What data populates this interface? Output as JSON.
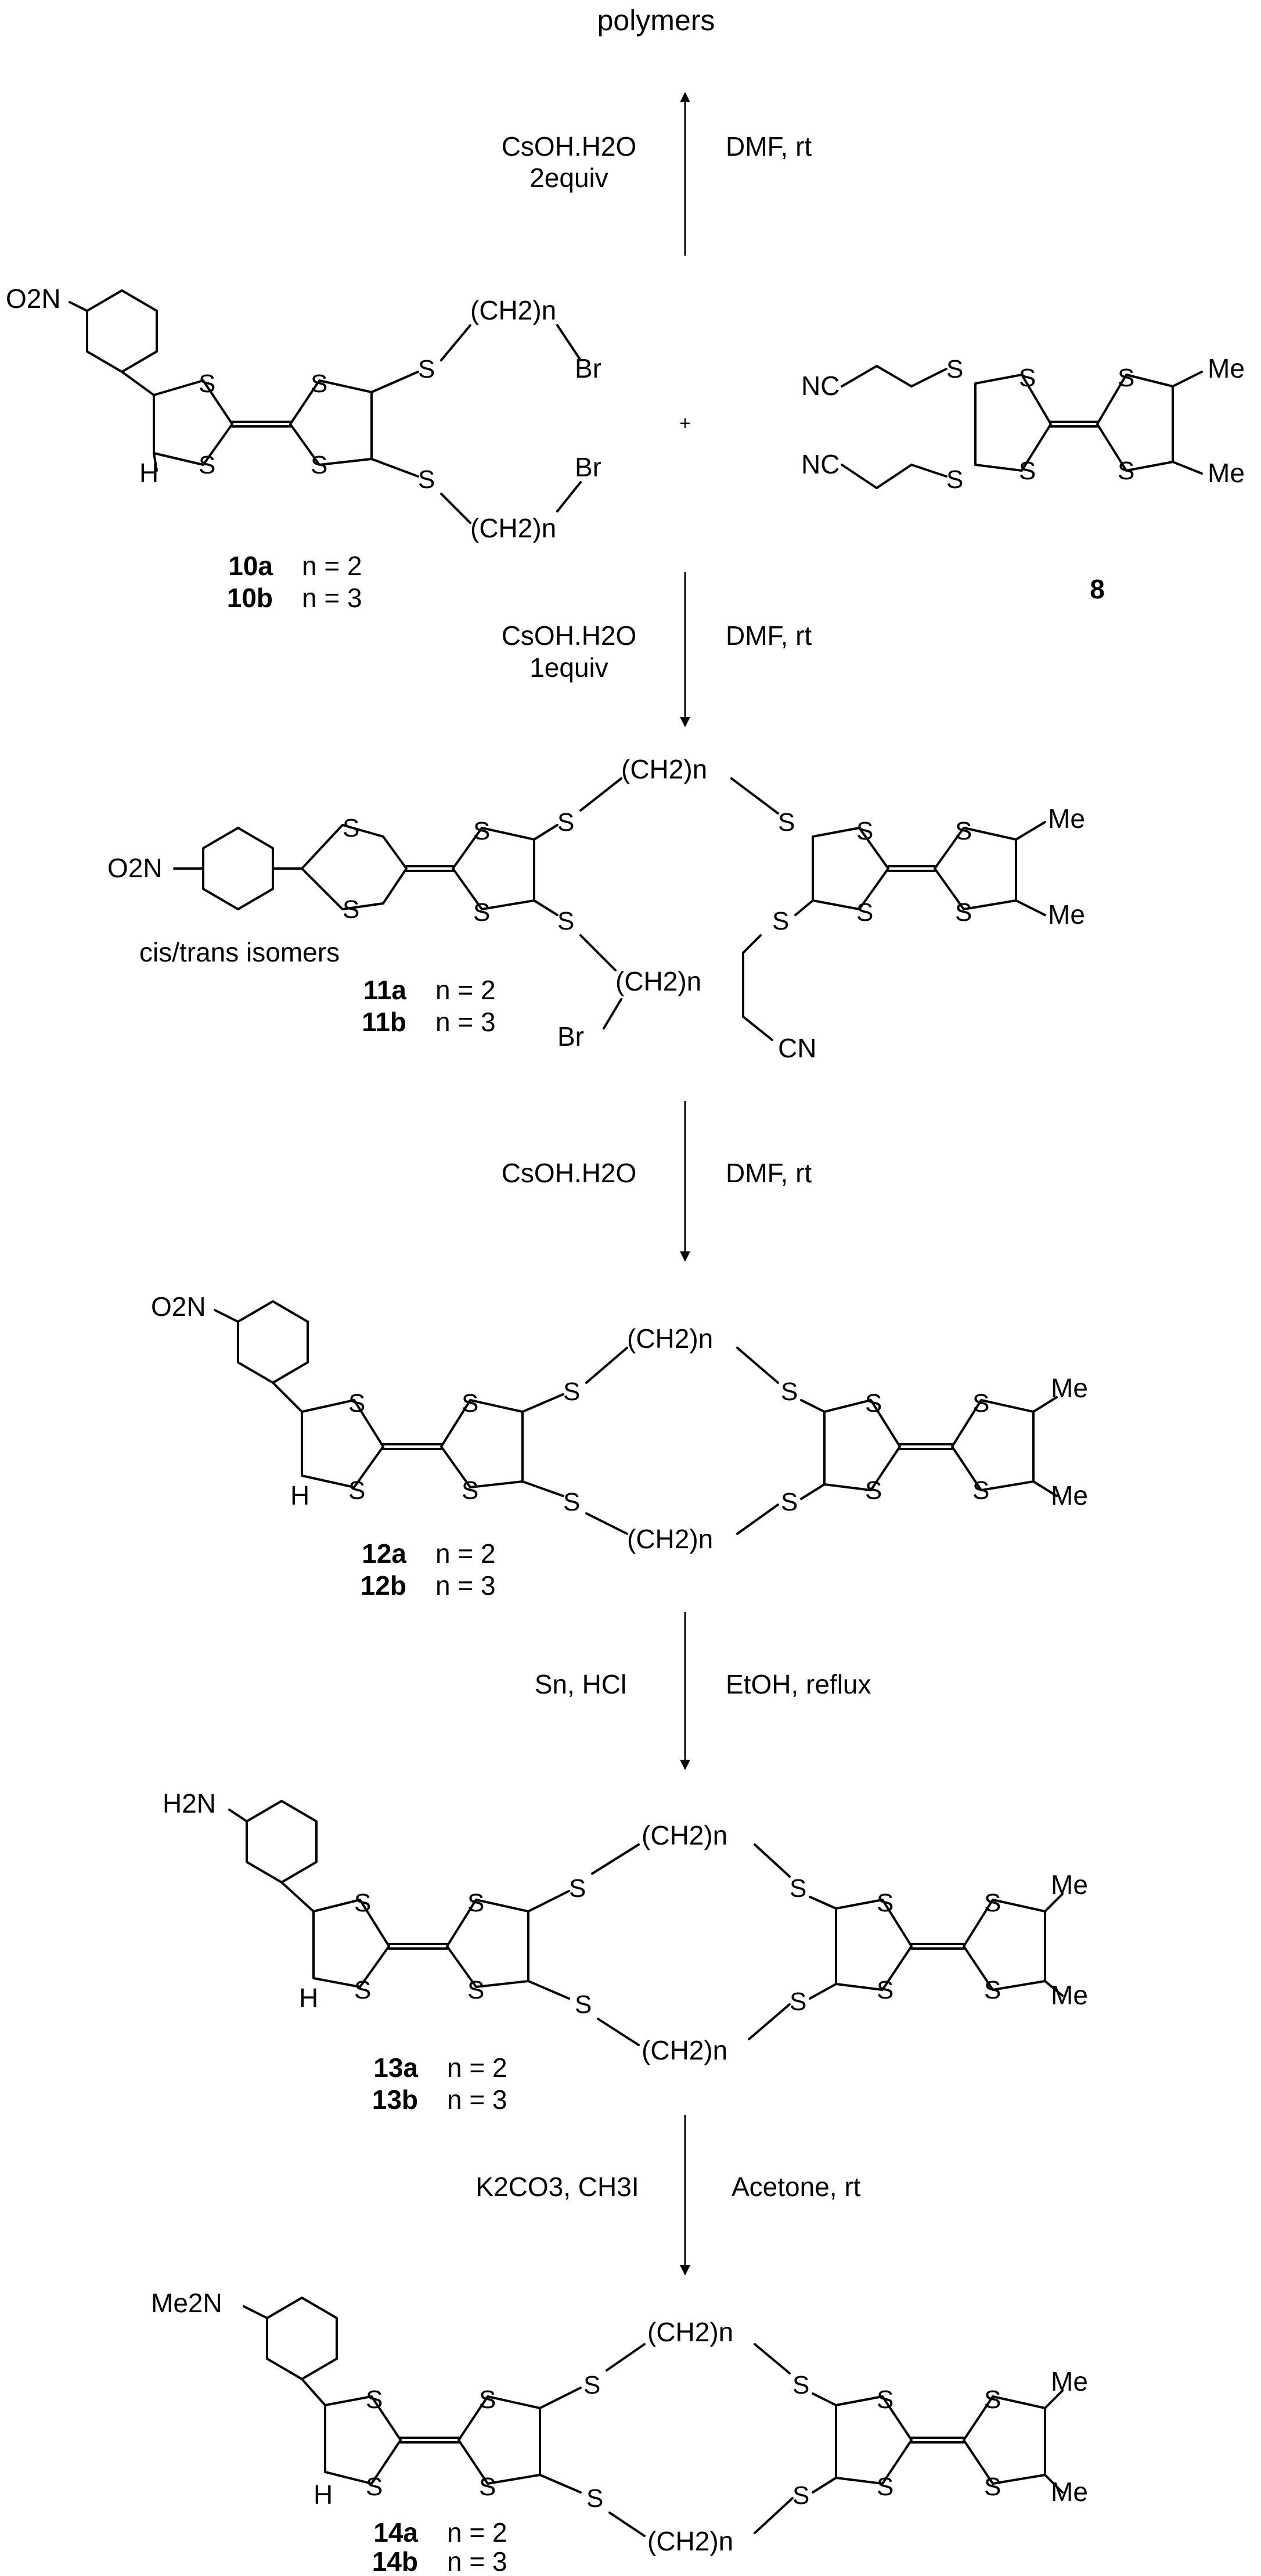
{
  "top_product": "polymers",
  "step0": {
    "reagent": "CsOH.H2O",
    "amount": "2equiv",
    "conditions": "DMF, rt"
  },
  "plus": "+",
  "cpd10": {
    "labels": [
      "10a",
      "10b"
    ],
    "n": [
      "n = 2",
      "n = 3"
    ],
    "o2n": "O2N",
    "h": "H",
    "chain": "(CH2)n",
    "br": "Br",
    "s": "S"
  },
  "cpd8": {
    "label": "8",
    "nc": "NC",
    "me": "Me",
    "s": "S"
  },
  "step1": {
    "reagent": "CsOH.H2O",
    "amount": "1equiv",
    "conditions": "DMF, rt"
  },
  "cpd11": {
    "labels": [
      "11a",
      "11b"
    ],
    "n": [
      "n = 2",
      "n = 3"
    ],
    "note": "cis/trans isomers",
    "o2n": "O2N",
    "chain": "(CH2)n",
    "br": "Br",
    "cn": "CN",
    "me": "Me",
    "s": "S"
  },
  "step2": {
    "reagent": "CsOH.H2O",
    "conditions": "DMF, rt"
  },
  "cpd12": {
    "labels": [
      "12a",
      "12b"
    ],
    "n": [
      "n = 2",
      "n = 3"
    ],
    "o2n": "O2N",
    "h": "H",
    "chain": "(CH2)n",
    "me": "Me",
    "s": "S"
  },
  "step3": {
    "reagent": "Sn, HCl",
    "conditions": "EtOH, reflux"
  },
  "cpd13": {
    "labels": [
      "13a",
      "13b"
    ],
    "n": [
      "n = 2",
      "n = 3"
    ],
    "h2n": "H2N",
    "h": "H",
    "chain": "(CH2)n",
    "me": "Me",
    "s": "S"
  },
  "step4": {
    "reagent": "K2CO3, CH3I",
    "conditions": "Acetone, rt"
  },
  "cpd14": {
    "labels": [
      "14a",
      "14b"
    ],
    "n": [
      "n = 2",
      "n = 3"
    ],
    "me2n": "Me2N",
    "h": "H",
    "chain": "(CH2)n",
    "me": "Me",
    "s": "S"
  }
}
